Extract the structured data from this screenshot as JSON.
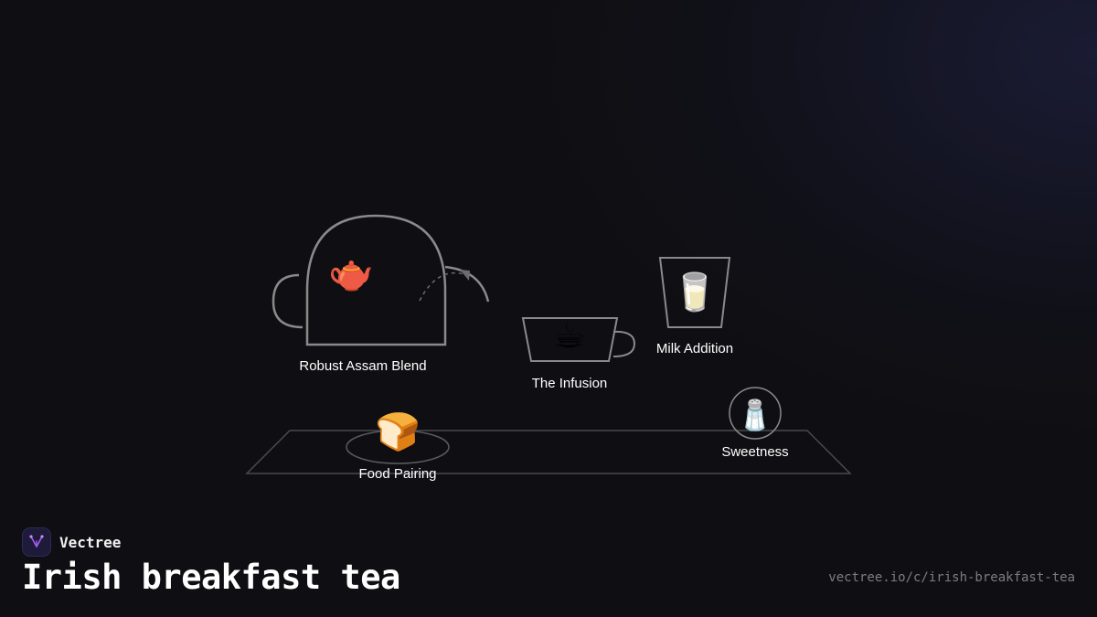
{
  "nodes": {
    "assam": {
      "label": "Robust Assam Blend",
      "icon": "teapot-icon",
      "glyph": "🫖"
    },
    "infusion": {
      "label": "The Infusion",
      "icon": "hot-beverage-icon",
      "glyph": "☕"
    },
    "milk": {
      "label": "Milk Addition",
      "icon": "glass-of-milk-icon",
      "glyph": "🥛"
    },
    "sweetness": {
      "label": "Sweetness",
      "icon": "salt-shaker-icon",
      "glyph": "🧂"
    },
    "food": {
      "label": "Food Pairing",
      "icon": "bread-icon",
      "glyph": "🍞"
    }
  },
  "footer": {
    "brand": "Vectree",
    "title": "Irish breakfast tea",
    "url": "vectree.io/c/irish-breakfast-tea"
  },
  "colors": {
    "background": "#0f0f13",
    "outline": "#8a8a8a",
    "outline_faint": "#4a4a4e",
    "logo_accent": "#a35cf0"
  }
}
